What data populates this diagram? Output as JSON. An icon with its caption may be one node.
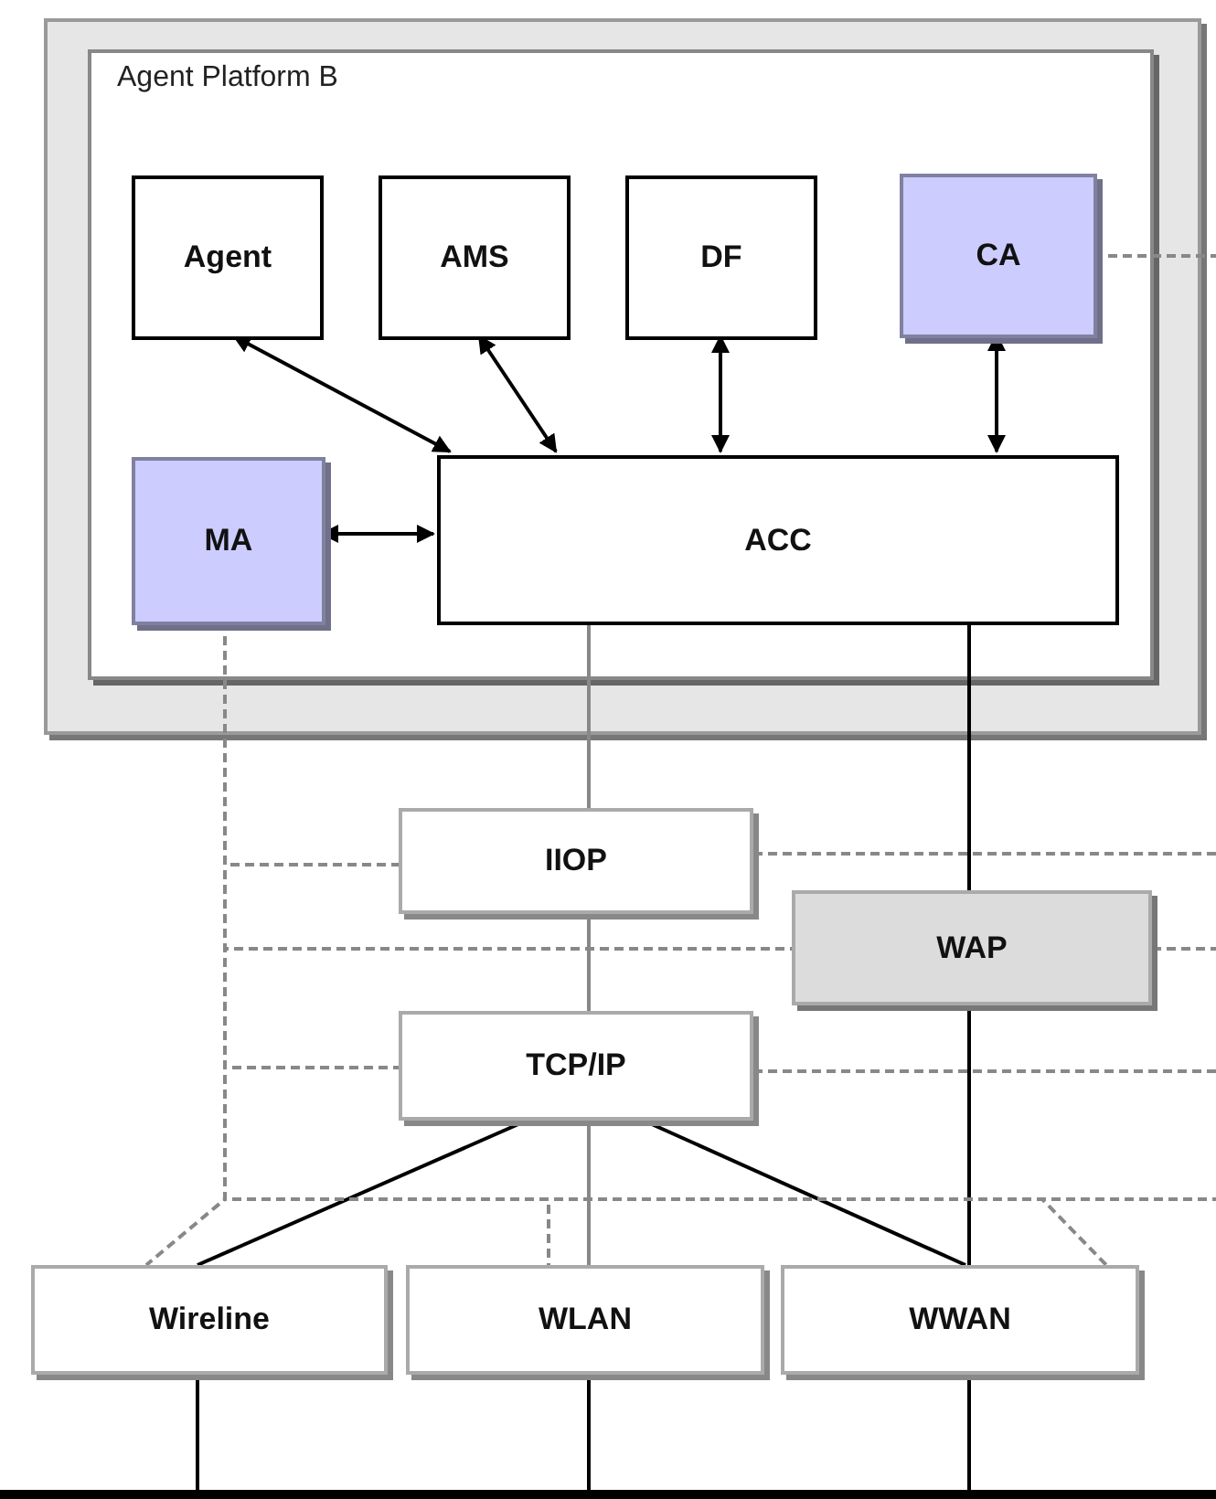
{
  "diagram": {
    "nodes": [
      {
        "text": [
          "Agent Platform B"
        ]
      },
      {
        "text": [
          "Agent"
        ],
        "in": 0
      },
      {
        "text": [
          "AMS"
        ],
        "in": 0
      },
      {
        "text": [
          "DF"
        ],
        "in": 0
      },
      {
        "text": [
          "CA"
        ],
        "in": 0
      },
      {
        "text": [
          "MA"
        ],
        "in": 0
      },
      {
        "text": [
          "ACC"
        ],
        "in": 0
      },
      {
        "text": [
          "IIOP"
        ]
      },
      {
        "text": [
          "WAP"
        ]
      },
      {
        "text": [
          "TCP/IP"
        ]
      },
      {
        "text": [
          "Wireline"
        ]
      },
      {
        "text": [
          "WLAN"
        ]
      },
      {
        "text": [
          "WWAN"
        ]
      },
      {
        "text": [],
        "shape": "bar"
      }
    ],
    "edges": [
      {
        "from": 1,
        "to": 6,
        "arrow": "both",
        "color": "#000000"
      },
      {
        "from": 2,
        "to": 6,
        "arrow": "both",
        "color": "#000000"
      },
      {
        "from": 3,
        "to": 6,
        "arrow": "both",
        "color": "#000000"
      },
      {
        "from": 4,
        "to": 6,
        "arrow": "both",
        "color": "#000000"
      },
      {
        "from": 5,
        "to": 6,
        "arrow": "both",
        "color": "#000000"
      },
      {
        "from": 6,
        "to": 7,
        "arrow": "none"
      },
      {
        "from": 7,
        "to": 9,
        "arrow": "none"
      },
      {
        "from": 6,
        "to": 8,
        "arrow": "none",
        "color": "#000000"
      },
      {
        "from": 8,
        "to": 12,
        "arrow": "none",
        "color": "#000000"
      },
      {
        "from": 9,
        "to": 10,
        "arrow": "none",
        "color": "#000000"
      },
      {
        "from": 9,
        "to": 11,
        "arrow": "none"
      },
      {
        "from": 9,
        "to": 12,
        "arrow": "none",
        "color": "#000000"
      },
      {
        "from": 4,
        "to": null,
        "arrow": "none",
        "style": "dashed"
      },
      {
        "from": 5,
        "to": 7,
        "arrow": "none",
        "style": "dashed"
      },
      {
        "from": 5,
        "to": 8,
        "arrow": "none",
        "style": "dashed"
      },
      {
        "from": 5,
        "to": 9,
        "arrow": "none",
        "style": "dashed"
      },
      {
        "from": 5,
        "to": 10,
        "arrow": "none",
        "style": "dashed"
      },
      {
        "from": 5,
        "to": 11,
        "arrow": "none",
        "style": "dashed"
      },
      {
        "from": 5,
        "to": 12,
        "arrow": "none",
        "style": "dashed"
      },
      {
        "from": 5,
        "to": null,
        "arrow": "none",
        "style": "dashed"
      },
      {
        "from": 7,
        "to": null,
        "arrow": "none",
        "style": "dashed"
      },
      {
        "from": 8,
        "to": null,
        "arrow": "none",
        "style": "dashed"
      },
      {
        "from": 9,
        "to": null,
        "arrow": "none",
        "style": "dashed"
      },
      {
        "from": 10,
        "to": 13,
        "arrow": "none",
        "color": "#000000"
      },
      {
        "from": 11,
        "to": 13,
        "arrow": "none",
        "color": "#000000"
      },
      {
        "from": 12,
        "to": 13,
        "arrow": "none",
        "color": "#000000"
      }
    ]
  }
}
